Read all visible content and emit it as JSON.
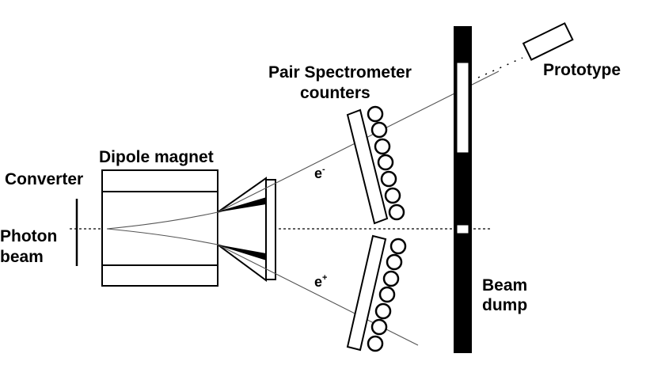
{
  "labels": {
    "pair_spectrometer_line1": "Pair Spectrometer",
    "pair_spectrometer_line2": "counters",
    "prototype": "Prototype",
    "dipole_magnet": "Dipole magnet",
    "converter": "Converter",
    "photon_line1": "Photon",
    "photon_line2": "beam",
    "electron_base": "e",
    "electron_sup": "-",
    "positron_base": "e",
    "positron_sup": "+",
    "beam_dump_line1": "Beam",
    "beam_dump_line2": "dump"
  },
  "colors": {
    "ink": "#000000",
    "background": "#ffffff",
    "track": "#555555"
  }
}
